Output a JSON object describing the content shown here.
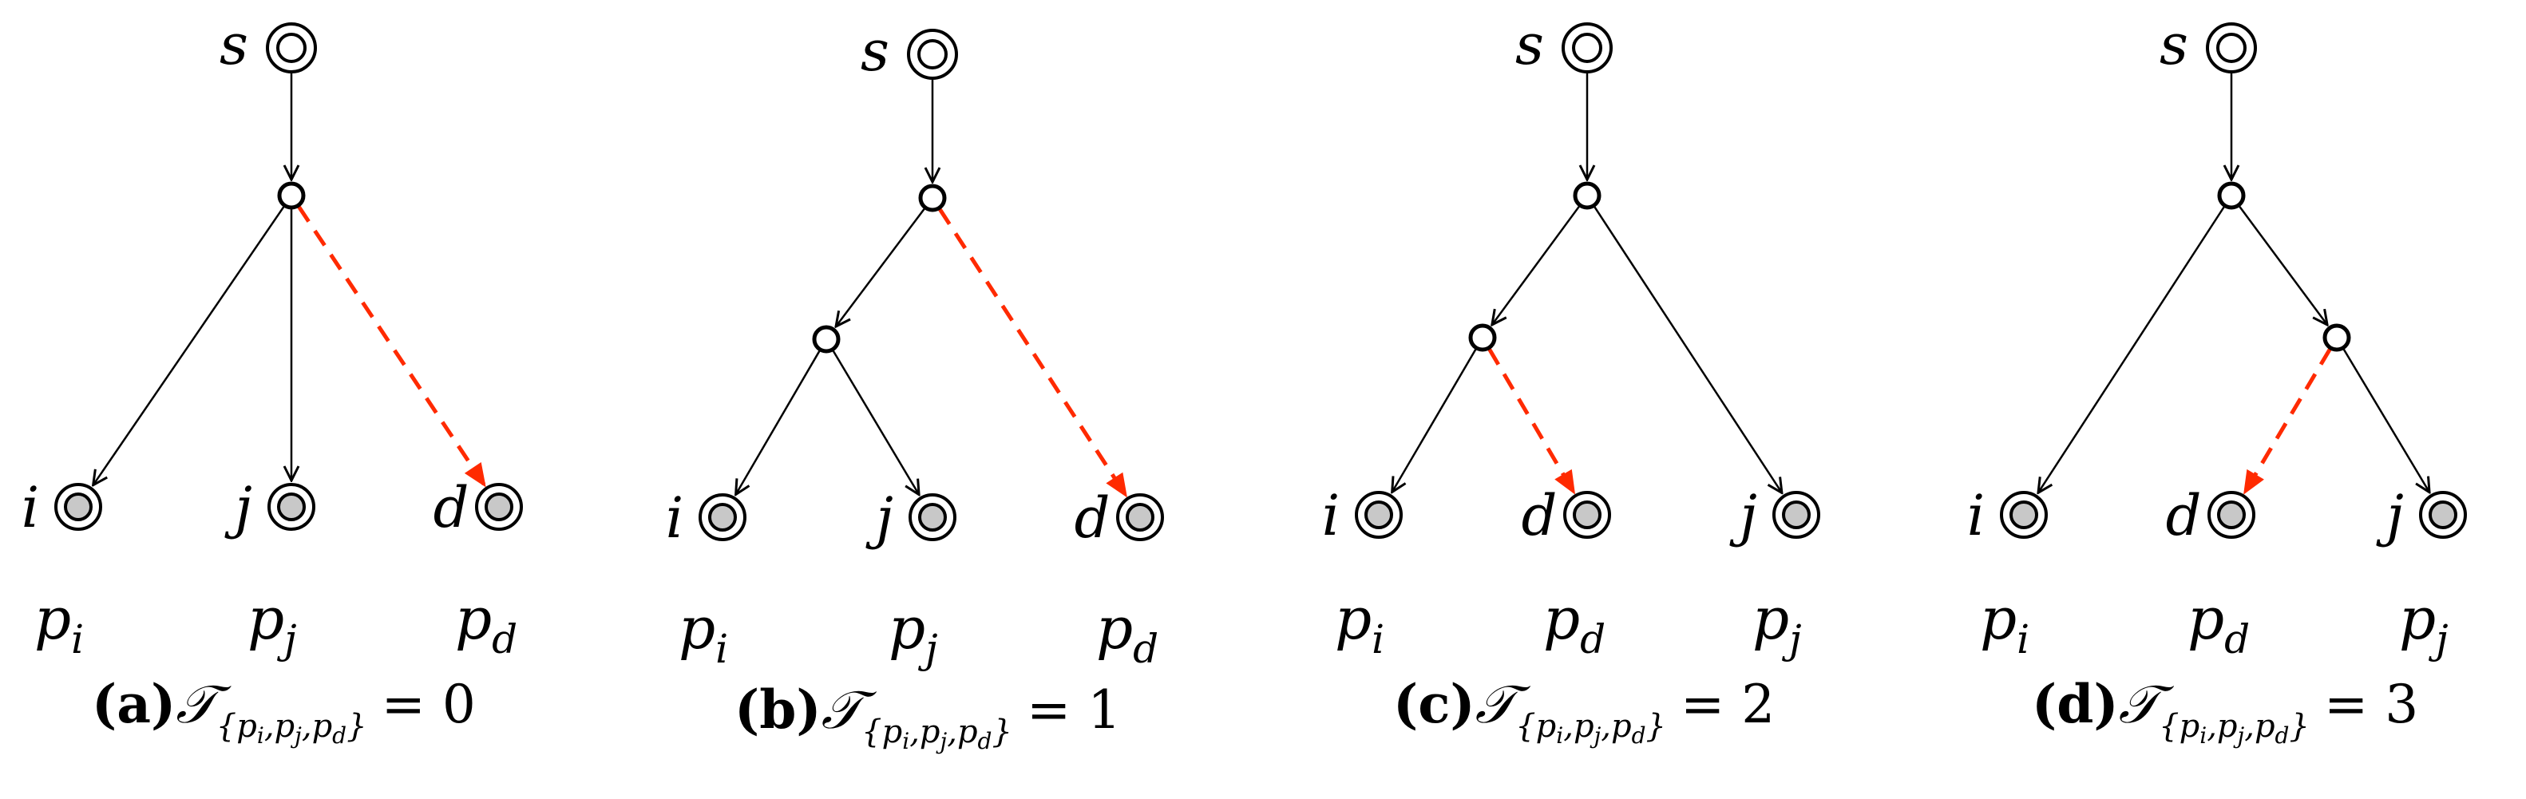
{
  "panels": [
    {
      "id": "a",
      "caption_tag": "a",
      "caption_value": "0",
      "root_label": "s",
      "leaf_labels": [
        "i",
        "j",
        "d"
      ],
      "prob_labels": [
        {
          "base": "p",
          "sub": "i"
        },
        {
          "base": "p",
          "sub": "j"
        },
        {
          "base": "p",
          "sub": "d"
        }
      ]
    },
    {
      "id": "b",
      "caption_tag": "b",
      "caption_value": "1",
      "root_label": "s",
      "leaf_labels": [
        "i",
        "j",
        "d"
      ],
      "prob_labels": [
        {
          "base": "p",
          "sub": "i"
        },
        {
          "base": "p",
          "sub": "j"
        },
        {
          "base": "p",
          "sub": "d"
        }
      ]
    },
    {
      "id": "c",
      "caption_tag": "c",
      "caption_value": "2",
      "root_label": "s",
      "leaf_labels": [
        "i",
        "d",
        "j"
      ],
      "prob_labels": [
        {
          "base": "p",
          "sub": "i"
        },
        {
          "base": "p",
          "sub": "d"
        },
        {
          "base": "p",
          "sub": "j"
        }
      ]
    },
    {
      "id": "d",
      "caption_tag": "d",
      "caption_value": "3",
      "root_label": "s",
      "leaf_labels": [
        "i",
        "d",
        "j"
      ],
      "prob_labels": [
        {
          "base": "p",
          "sub": "i"
        },
        {
          "base": "p",
          "sub": "d"
        },
        {
          "base": "p",
          "sub": "j"
        }
      ]
    }
  ],
  "caption_symbol": "𝒯",
  "caption_subscript": "{p",
  "caption_set": [
    "i",
    "j",
    "d"
  ],
  "colors": {
    "edge": "#000000",
    "dashed_edge": "#ff2a00",
    "leaf_fill": "#c8c8c8",
    "node_stroke": "#000000"
  }
}
